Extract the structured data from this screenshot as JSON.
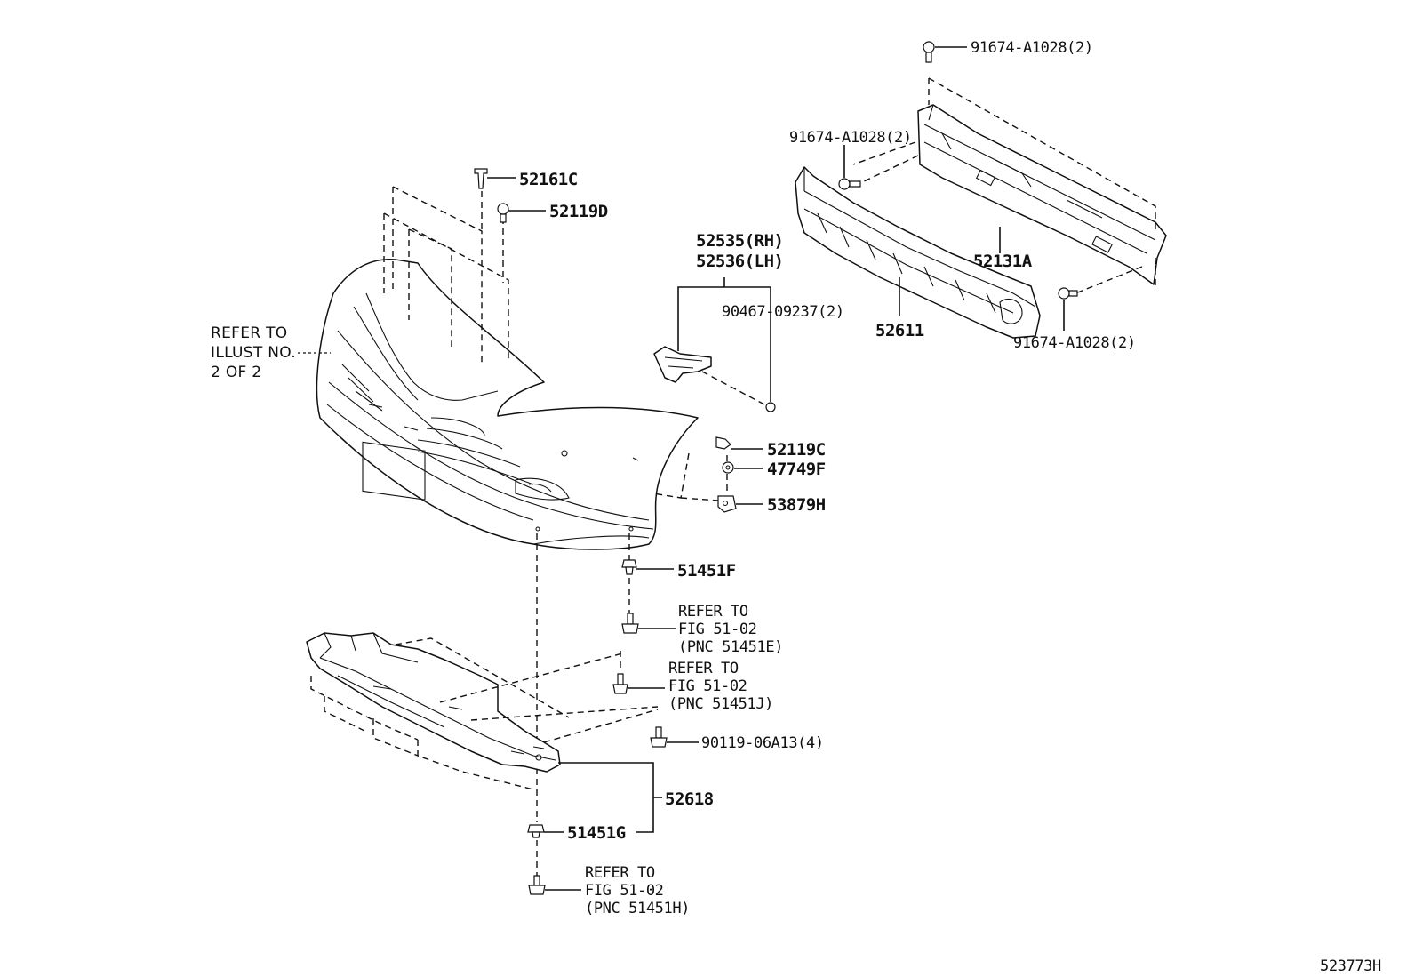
{
  "diagram": {
    "id_code": "523773H",
    "refer_note": {
      "line1": "REFER TO",
      "line2": "ILLUST NO.",
      "line3": "2 OF 2"
    },
    "callouts": {
      "c52161c": "52161C",
      "c52119d": "52119D",
      "c52535": "52535(RH)",
      "c52536": "52536(LH)",
      "c90467": "90467-09237(2)",
      "c52119c": "52119C",
      "c47749f": "47749F",
      "c53879h": "53879H",
      "c51451f": "51451F",
      "c90119": "90119-06A13(4)",
      "c52618": "52618",
      "c51451g": "51451G",
      "c91674_top": "91674-A1028(2)",
      "c91674_mid": "91674-A1028(2)",
      "c91674_bot": "91674-A1028(2)",
      "c52131a": "52131A",
      "c52611": "52611"
    },
    "refer_fig_e": {
      "line1": "REFER TO",
      "line2": "FIG 51-02",
      "line3": "(PNC 51451E)"
    },
    "refer_fig_j": {
      "line1": "REFER TO",
      "line2": "FIG 51-02",
      "line3": "(PNC 51451J)"
    },
    "refer_fig_h": {
      "line1": "REFER TO",
      "line2": "FIG 51-02",
      "line3": "(PNC 51451H)"
    }
  }
}
